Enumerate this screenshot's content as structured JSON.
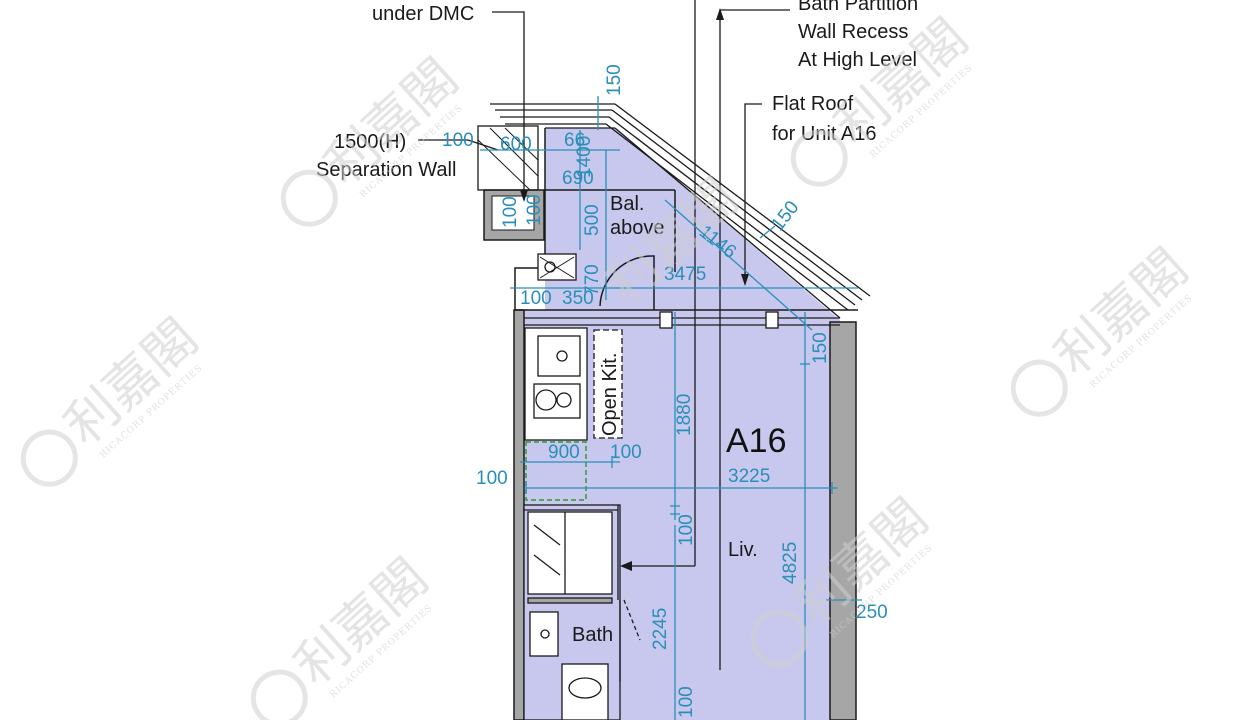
{
  "unit": {
    "name": "A16"
  },
  "callouts": {
    "dmc": "under DMC",
    "bath_partition": [
      "Bath Partition",
      "Wall Recess",
      "At High Level"
    ],
    "flat_roof": [
      "Flat Roof",
      "for Unit A16"
    ],
    "separation": [
      "1500(H)",
      "Separation Wall"
    ]
  },
  "rooms": {
    "balcony": [
      "Bal.",
      "above"
    ],
    "kitchen": "Open Kit.",
    "living": "Liv.",
    "bath": "Bath"
  },
  "dimensions": {
    "d150_top": "150",
    "d100_a": "100",
    "d600": "600",
    "d66": "66",
    "d690": "690",
    "d1400": "1400",
    "d100_b": "100",
    "d100_c": "100",
    "d500": "500",
    "d770": "770",
    "d3475": "3475",
    "d1146": "1146",
    "d150_diag": "150",
    "d100_d": "100",
    "d350": "350",
    "d150_right": "150",
    "d1880": "1880",
    "d900": "900",
    "d100_e": "100",
    "d100_f": "100",
    "d3225": "3225",
    "d100_g": "100",
    "d4825": "4825",
    "d250": "250",
    "d2245": "2245",
    "d100_h": "100"
  },
  "watermark": {
    "text": "利嘉閣",
    "sub": "RICACORP PROPERTIES"
  },
  "colors": {
    "floor": "#c8c8ee",
    "wall": "#a6a6a6",
    "dim": "#2a8fb8",
    "line": "#1a1a1a",
    "green": "#2e9a2e"
  }
}
